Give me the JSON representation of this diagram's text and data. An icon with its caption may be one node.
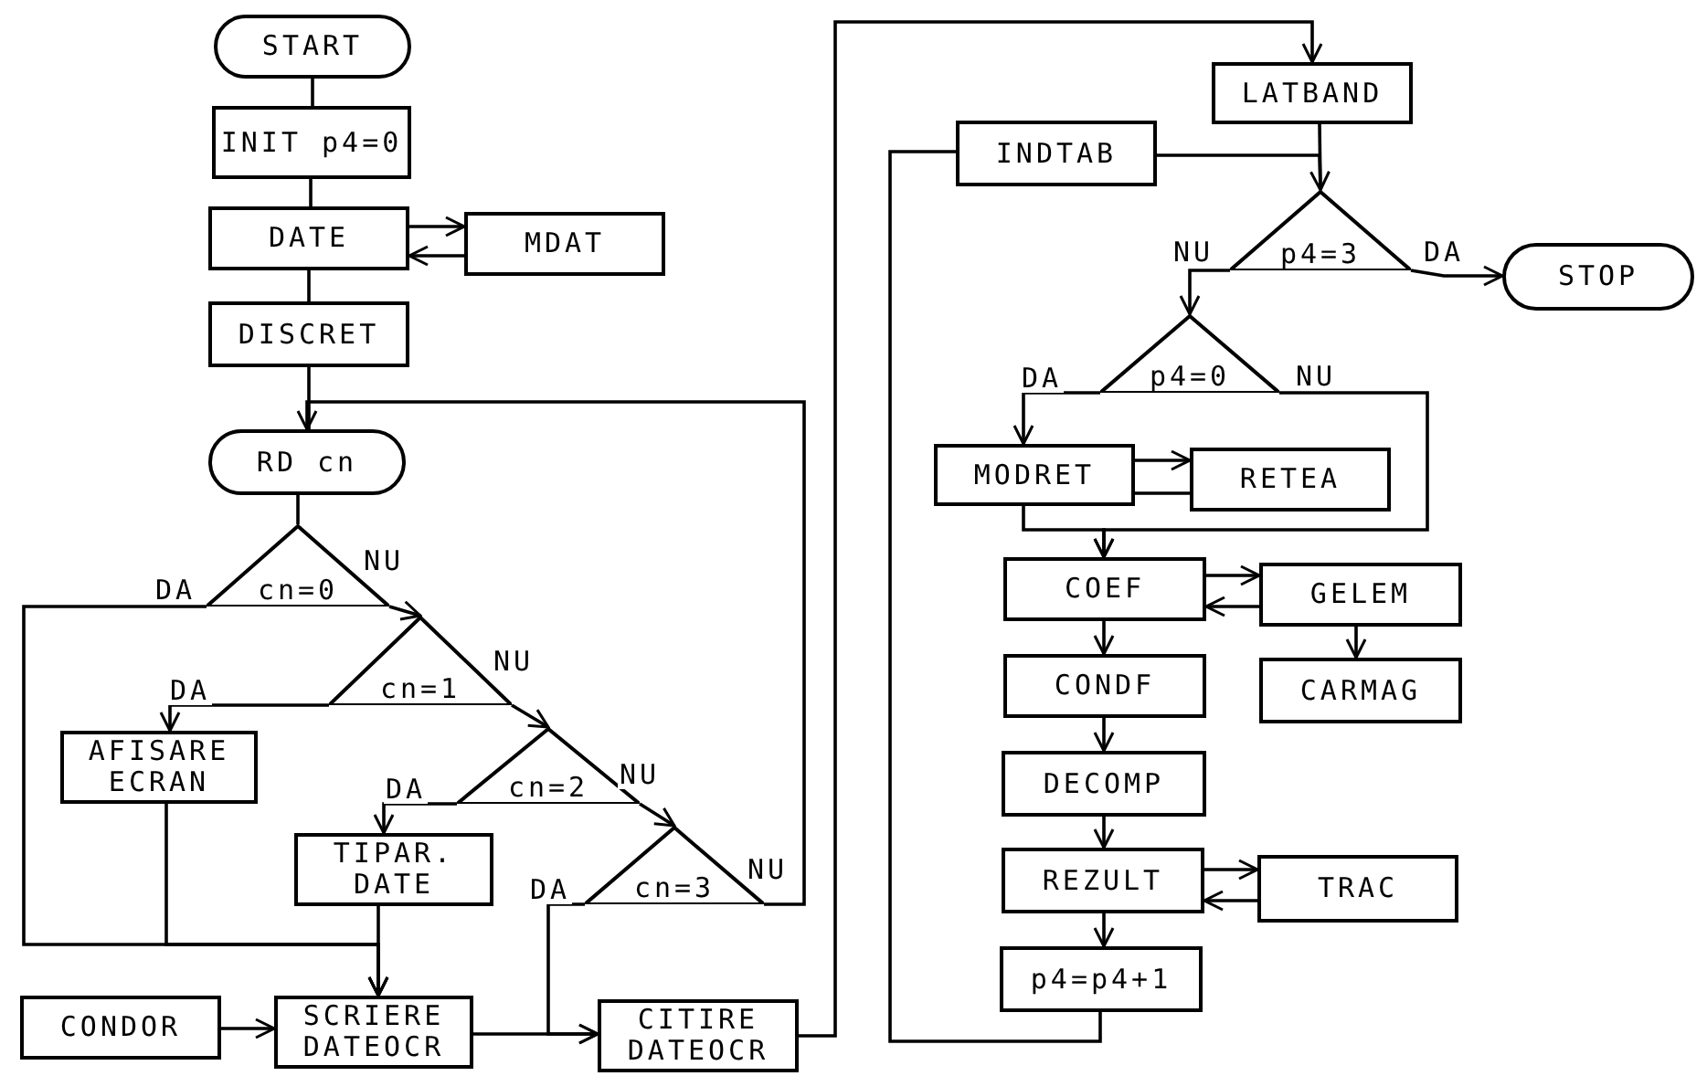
{
  "diagram": {
    "nodes": [
      {
        "text": [
          "START"
        ]
      },
      {
        "text": [
          "INIT p4=0"
        ]
      },
      {
        "text": [
          "DATE"
        ]
      },
      {
        "text": [
          "MDAT"
        ]
      },
      {
        "text": [
          "DISCRET"
        ]
      },
      {
        "text": [
          "RD cn"
        ]
      },
      {
        "text": [
          "cn=0"
        ]
      },
      {
        "text": [
          "cn=1"
        ]
      },
      {
        "text": [
          "AFISARE ECRAN"
        ]
      },
      {
        "text": [
          "cn=2"
        ]
      },
      {
        "text": [
          "TIPAR. DATE"
        ]
      },
      {
        "text": [
          "cn=3"
        ]
      },
      {
        "text": [
          "CONDOR"
        ]
      },
      {
        "text": [
          "SCRIERE DATEOCR"
        ]
      },
      {
        "text": [
          "CITIRE DATEOCR"
        ]
      },
      {
        "text": [
          "LATBAND"
        ]
      },
      {
        "text": [
          "INDTAB"
        ]
      },
      {
        "text": [
          "p4=3"
        ]
      },
      {
        "text": [
          "STOP"
        ]
      },
      {
        "text": [
          "p4=0"
        ]
      },
      {
        "text": [
          "MODRET"
        ]
      },
      {
        "text": [
          "RETEA"
        ]
      },
      {
        "text": [
          "COEF"
        ]
      },
      {
        "text": [
          "GELEM"
        ]
      },
      {
        "text": [
          "CONDF"
        ]
      },
      {
        "text": [
          "CARMAG"
        ]
      },
      {
        "text": [
          "DECOMP"
        ]
      },
      {
        "text": [
          "REZULT"
        ]
      },
      {
        "text": [
          "TRAC"
        ]
      },
      {
        "text": [
          "p4=p4+1"
        ]
      }
    ],
    "edges": [
      {
        "from": 0,
        "to": 1,
        "arrow": "none"
      },
      {
        "from": 1,
        "to": 2,
        "arrow": "none"
      },
      {
        "from": 2,
        "to": 3,
        "arrow": "to"
      },
      {
        "from": 3,
        "to": 2,
        "arrow": "to"
      },
      {
        "from": 2,
        "to": 4,
        "arrow": "none"
      },
      {
        "from": 4,
        "to": 5,
        "arrow": "none"
      },
      {
        "from": 5,
        "to": 6,
        "arrow": "none"
      },
      {
        "from": 6,
        "to": 7,
        "arrow": "to",
        "label": "NU"
      },
      {
        "from": 6,
        "to": 13,
        "arrow": "to",
        "label": "DA"
      },
      {
        "from": 7,
        "to": 8,
        "arrow": "to",
        "label": "DA"
      },
      {
        "from": 7,
        "to": 9,
        "arrow": "to",
        "label": "NU"
      },
      {
        "from": 8,
        "to": 13,
        "arrow": "to"
      },
      {
        "from": 9,
        "to": 10,
        "arrow": "to",
        "label": "DA"
      },
      {
        "from": 9,
        "to": 11,
        "arrow": "to",
        "label": "NU"
      },
      {
        "from": 10,
        "to": 13,
        "arrow": "to"
      },
      {
        "from": 11,
        "to": 14,
        "arrow": "to",
        "label": "DA"
      },
      {
        "from": 11,
        "to": 5,
        "arrow": "to",
        "label": "NU"
      },
      {
        "from": 12,
        "to": 13,
        "arrow": "to"
      },
      {
        "from": 13,
        "to": 14,
        "arrow": "to"
      },
      {
        "from": 14,
        "to": 15,
        "arrow": "to"
      },
      {
        "from": 15,
        "to": 17,
        "arrow": "none"
      },
      {
        "from": 16,
        "to": 17,
        "arrow": "to"
      },
      {
        "from": 29,
        "to": 16,
        "arrow": "none"
      },
      {
        "from": 17,
        "to": 18,
        "arrow": "to",
        "label": "DA"
      },
      {
        "from": 17,
        "to": 19,
        "arrow": "to",
        "label": "NU"
      },
      {
        "from": 19,
        "to": 20,
        "arrow": "to",
        "label": "DA"
      },
      {
        "from": 19,
        "to": 22,
        "arrow": "to",
        "label": "NU"
      },
      {
        "from": 20,
        "to": 22,
        "arrow": "to"
      },
      {
        "from": 20,
        "to": 21,
        "arrow": "to"
      },
      {
        "from": 21,
        "to": 20,
        "arrow": "none"
      },
      {
        "from": 22,
        "to": 23,
        "arrow": "to"
      },
      {
        "from": 23,
        "to": 22,
        "arrow": "to"
      },
      {
        "from": 22,
        "to": 24,
        "arrow": "to"
      },
      {
        "from": 23,
        "to": 25,
        "arrow": "to"
      },
      {
        "from": 24,
        "to": 26,
        "arrow": "to"
      },
      {
        "from": 26,
        "to": 27,
        "arrow": "to"
      },
      {
        "from": 27,
        "to": 28,
        "arrow": "to"
      },
      {
        "from": 28,
        "to": 27,
        "arrow": "to"
      },
      {
        "from": 27,
        "to": 29,
        "arrow": "to"
      }
    ]
  }
}
